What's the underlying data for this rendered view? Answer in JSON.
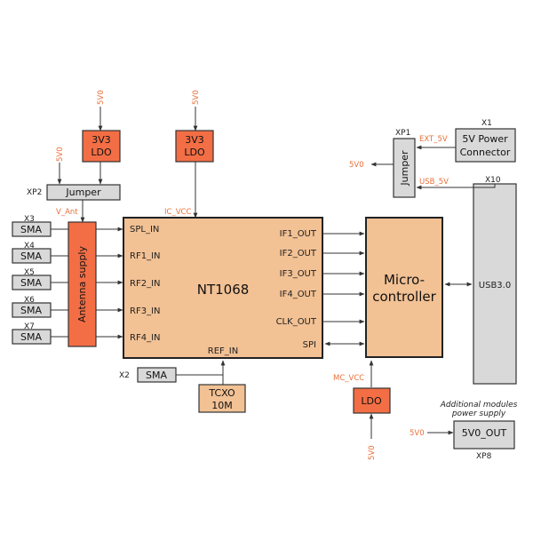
{
  "labels": {
    "ldo1_l1": "3V3",
    "ldo1_l2": "LDO",
    "ldo2_l1": "3V3",
    "ldo2_l2": "LDO",
    "ldo3": "LDO",
    "v5_top1": "5V0",
    "v5_top2": "5V0",
    "v5_left": "5V0",
    "jumper_xp2": "Jumper",
    "xp2": "XP2",
    "v_ant": "V_Ant",
    "ic_vcc": "IC_VCC",
    "antenna": "Antenna supply",
    "x3": "X3",
    "x4": "X4",
    "x5": "X5",
    "x6": "X6",
    "x7": "X7",
    "sma": "SMA",
    "nt_title": "NT1068",
    "spl_in": "SPL_IN",
    "rf1_in": "RF1_IN",
    "rf2_in": "RF2_IN",
    "rf3_in": "RF3_IN",
    "rf4_in": "RF4_IN",
    "if1_out": "IF1_OUT",
    "if2_out": "IF2_OUT",
    "if3_out": "IF3_OUT",
    "if4_out": "IF4_OUT",
    "clk_out": "CLK_OUT",
    "spi": "SPI",
    "ref_in": "REF_IN",
    "x2": "X2",
    "tcxo1": "TCXO",
    "tcxo2": "10M",
    "mc1": "Micro-",
    "mc2": "controller",
    "usb": "USB3.0",
    "x10": "X10",
    "xp1": "XP1",
    "jumper_xp1": "Jumper",
    "v5_out": "5V0",
    "ext5v": "EXT_5V",
    "usb5v": "USB_5V",
    "x1": "X1",
    "pc1": "5V Power",
    "pc2": "Connector",
    "mc_vcc": "MC_VCC",
    "v5_ldo": "5V0",
    "addl1": "Additional modules",
    "addl2": "power supply",
    "v5_xp8": "5V0",
    "v5v0_out": "5V0_OUT",
    "xp8": "XP8"
  }
}
